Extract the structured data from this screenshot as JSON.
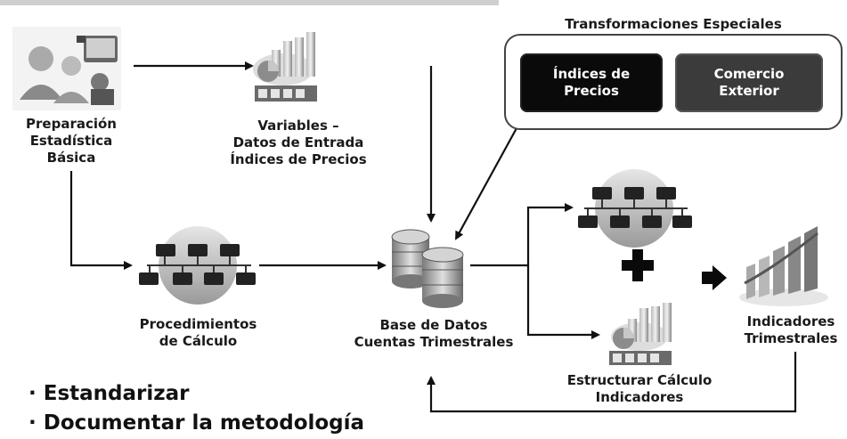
{
  "special_transformations": {
    "title": "Transformaciones Especiales",
    "chip_price_indices": "Índices de\nPrecios",
    "chip_foreign_trade": "Comercio\nExterior"
  },
  "nodes": {
    "basic_statistics": "Preparación\nEstadística\nBásica",
    "input_variables": "Variables –\nDatos de Entrada\nÍndices de Precios",
    "calc_procedures": "Procedimientos\nde Cálculo",
    "database": "Base de Datos\nCuentas Trimestrales",
    "structure_calc": "Estructurar Cálculo\nIndicadores",
    "quarterly_indicators": "Indicadores\nTrimestrales"
  },
  "bullets": [
    "Estandarizar",
    "Documentar la metodología"
  ]
}
